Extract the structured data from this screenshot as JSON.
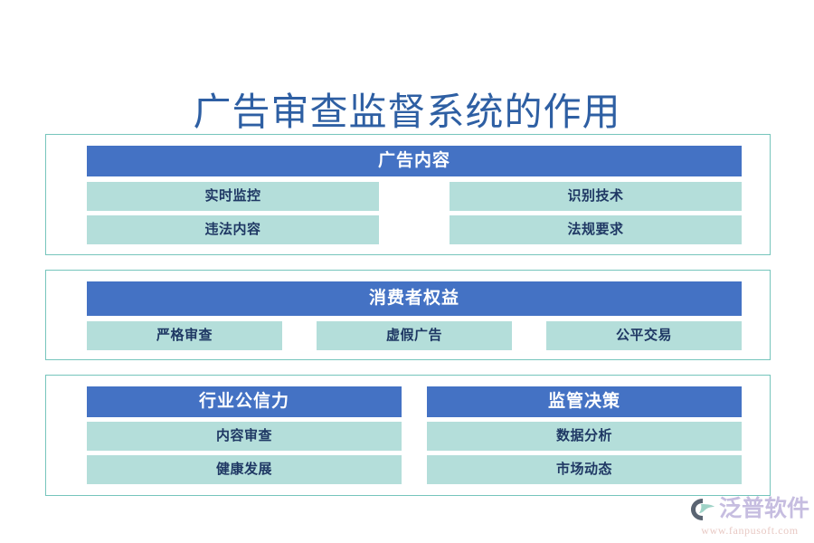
{
  "page": {
    "title": "广告审查监督系统的作用",
    "background_color": "#FFFFFF",
    "title_color": "#2E5FA3"
  },
  "colors": {
    "header_blue": "#4472C4",
    "item_teal": "#B4DEDA",
    "section_border": "#76C5BC",
    "item_text": "#1F3864",
    "header_text": "#FFFFFF"
  },
  "sections": [
    {
      "header": "广告内容",
      "layout": "header-span-two-columns",
      "columns": [
        {
          "items": [
            "实时监控",
            "违法内容"
          ]
        },
        {
          "items": [
            "识别技术",
            "法规要求"
          ]
        }
      ]
    },
    {
      "header": "消费者权益",
      "layout": "header-span-three-items",
      "items": [
        "严格审查",
        "虚假广告",
        "公平交易"
      ]
    },
    {
      "layout": "two-groups",
      "groups": [
        {
          "header": "行业公信力",
          "items": [
            "内容审查",
            "健康发展"
          ]
        },
        {
          "header": "监管决策",
          "items": [
            "数据分析",
            "市场动态"
          ]
        }
      ]
    }
  ],
  "logo": {
    "name": "泛普软件",
    "url": "www.fanpusoft.com",
    "mark_icon": "swoosh-circle-icon",
    "text_color": "#C6BDE0",
    "url_color": "#E8C9C4"
  }
}
